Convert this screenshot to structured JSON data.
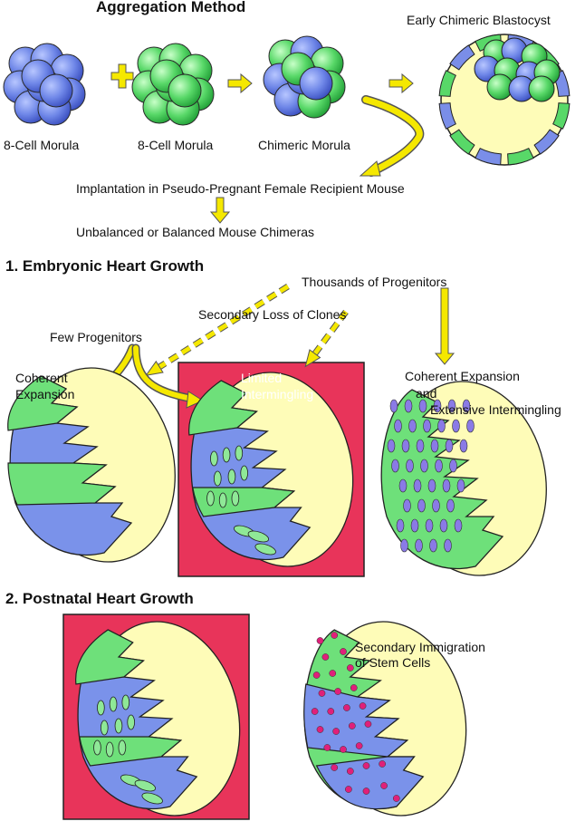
{
  "title": "Aggregation Method",
  "top": {
    "morula_a": "8-Cell Morula",
    "morula_b": "8-Cell Morula",
    "chimeric_morula": "Chimeric Morula",
    "blastocyst": "Early Chimeric Blastocyst",
    "implantation": "Implantation in Pseudo-Pregnant Female Recipient Mouse",
    "outcome": "Unbalanced or Balanced Mouse Chimeras"
  },
  "section1": {
    "title": "1. Embryonic Heart Growth",
    "thousands": "Thousands of Progenitors",
    "secondary_loss": "Secondary Loss of Clones",
    "few": "Few Progenitors",
    "coherent_1": "Coherent",
    "coherent_2": "Expansion",
    "limited_1": "Limited",
    "limited_2": "Intermingling",
    "ext_1": "Coherent Expansion",
    "ext_2": "and",
    "ext_3": "Extensive Intermingling"
  },
  "section2": {
    "title": "2. Postnatal Heart Growth",
    "immig_1": "Secondary Immigration",
    "immig_2": "of Stem Cells"
  },
  "colors": {
    "blue": "#6f87e8",
    "green": "#6ee07a",
    "yellow": "#fefcb8",
    "arrow": "#f5e800",
    "red": "#e8345a",
    "magenta": "#e0207a",
    "purple": "#8a7ae6"
  }
}
